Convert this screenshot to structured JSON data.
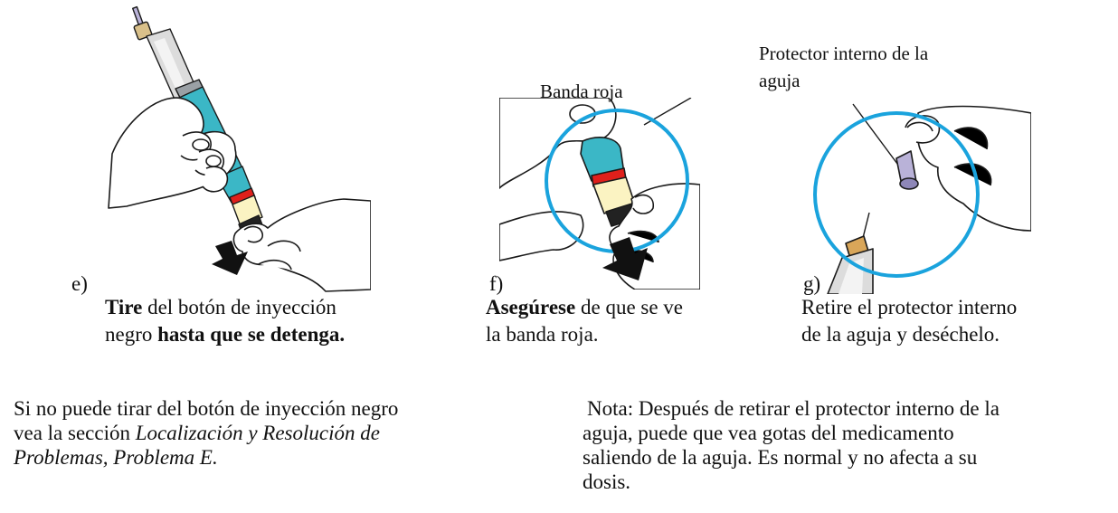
{
  "steps": [
    {
      "letter": "e)",
      "caption": {
        "l1_b": "Tire",
        "l1": " del botón de inyección",
        "l2": "negro ",
        "l2_b": "hasta que se detenga."
      }
    },
    {
      "letter": "f)",
      "callout": "Banda roja",
      "caption": {
        "l1_b": "Asegúrese",
        "l1": " de que se ve",
        "l2": "la banda roja."
      }
    },
    {
      "letter": "g)",
      "callout_l1": "Protector interno de la",
      "callout_l2": "aguja",
      "caption": {
        "l1": "Retire el protector interno",
        "l2": "de la aguja y deséchelo."
      }
    }
  ],
  "notes": {
    "left": {
      "l1": "Si no puede tirar del botón de inyección negro",
      "l2": "vea la sección ",
      "l2_i": "Localización y Resolución de",
      "l3_i": "Problemas, Problema E."
    },
    "right": {
      "l1": "Nota: Después de retirar el protector interno de la",
      "l2": "aguja, puede que vea gotas del medicamento",
      "l3": "saliendo de la aguja. Es normal y no afecta a su",
      "l4": "dosis."
    }
  },
  "colors": {
    "pen_teal": "#3bb7c6",
    "highlight_blue": "#1aa3dd",
    "red_band": "#e0201b",
    "skin": "#ffffff",
    "outline": "#1a1a1a",
    "needle_cap": "#b9b2d8",
    "cartridge": "#fbf3c2"
  },
  "icons": [
    "pull-arrow-icon",
    "pull-arrow-icon",
    "highlight-circle-icon",
    "highlight-circle-icon"
  ]
}
